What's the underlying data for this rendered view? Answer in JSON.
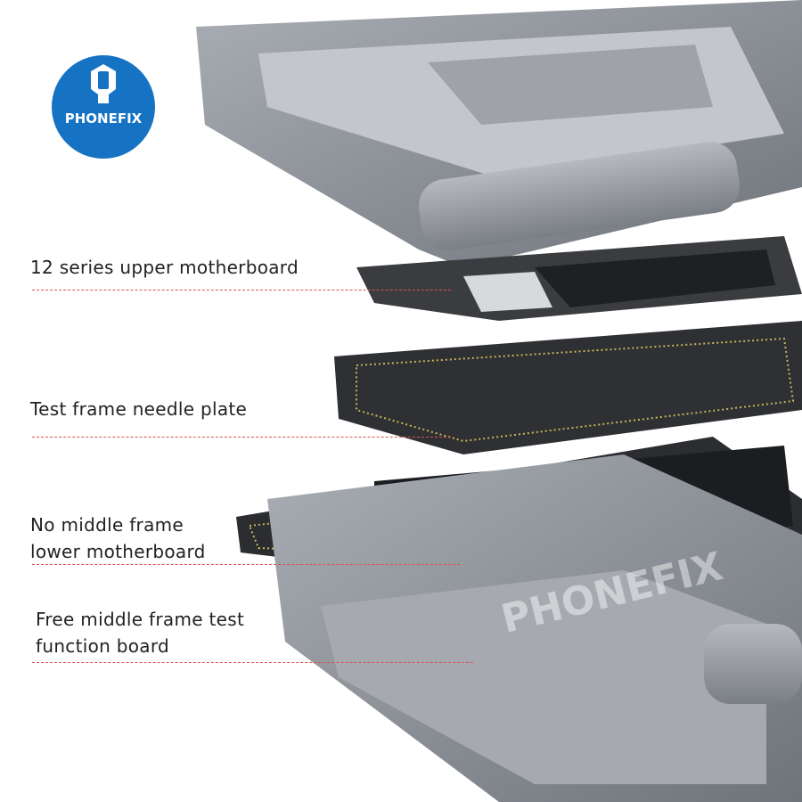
{
  "brand": {
    "name": "PHONEFIX",
    "color": "#1673c4"
  },
  "watermark": "PHONEFIX",
  "labels": [
    {
      "lines": [
        "12 series upper motherboard"
      ]
    },
    {
      "lines": [
        "Test frame needle plate"
      ]
    },
    {
      "lines": [
        "No middle frame",
        "lower motherboard"
      ]
    },
    {
      "lines": [
        "Free middle frame test",
        "function board"
      ]
    }
  ],
  "colors": {
    "leader_line": "#d9534f",
    "metal": "#8d9199",
    "pcb": "#2b2d30",
    "gold_trace": "#c8b45a"
  }
}
